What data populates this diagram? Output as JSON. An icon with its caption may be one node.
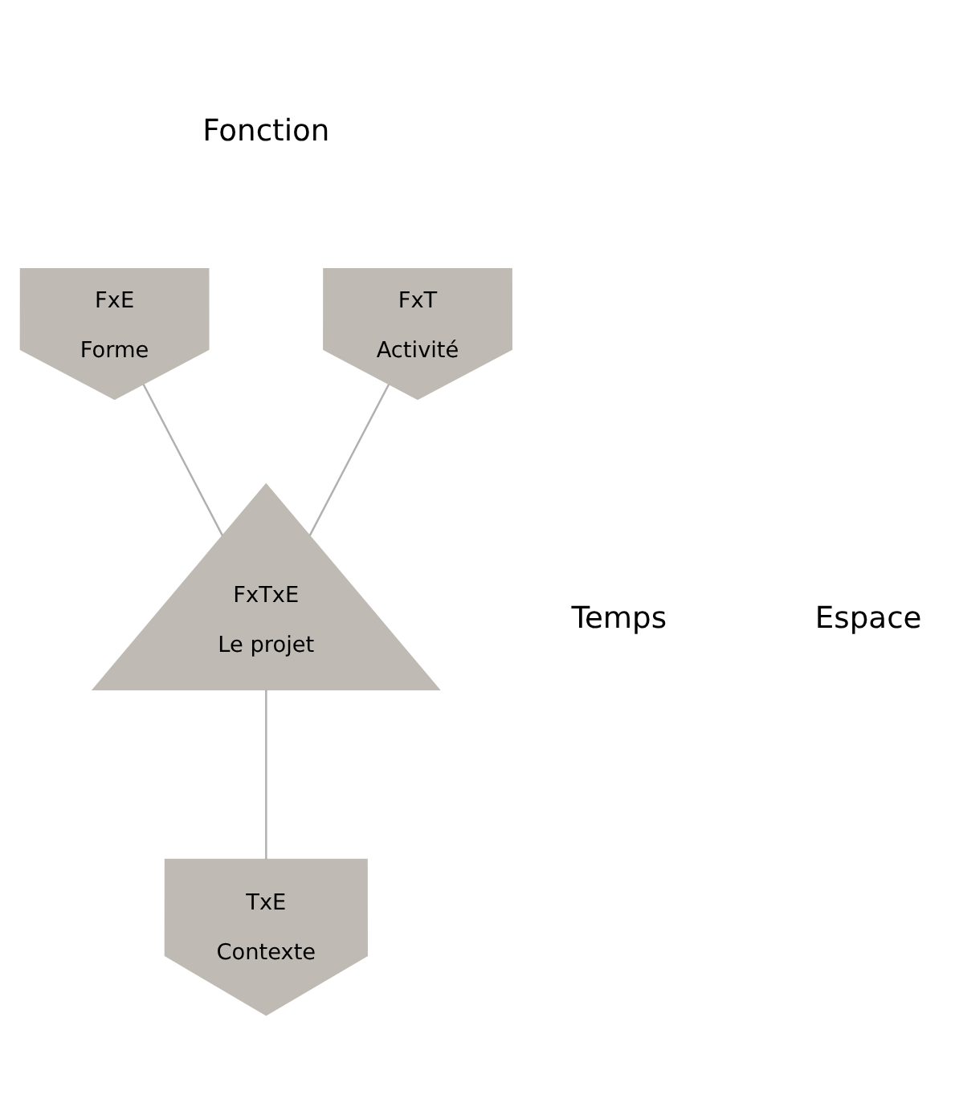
{
  "diagram": {
    "nodes": [
      {
        "text": [
          "FxE",
          "Forme"
        ]
      },
      {
        "text": [
          "FxT",
          "Activité"
        ]
      },
      {
        "text": [
          "FxTxE",
          "Le projet"
        ]
      },
      {
        "text": [
          "TxE",
          "Contexte"
        ]
      }
    ],
    "edges": [
      {
        "from": 0,
        "to": 2,
        "arrow": "none"
      },
      {
        "from": 1,
        "to": 2,
        "arrow": "none"
      },
      {
        "from": 2,
        "to": 3,
        "arrow": "none"
      }
    ],
    "labels": [
      "Fonction",
      "Espace",
      "Temps"
    ]
  }
}
